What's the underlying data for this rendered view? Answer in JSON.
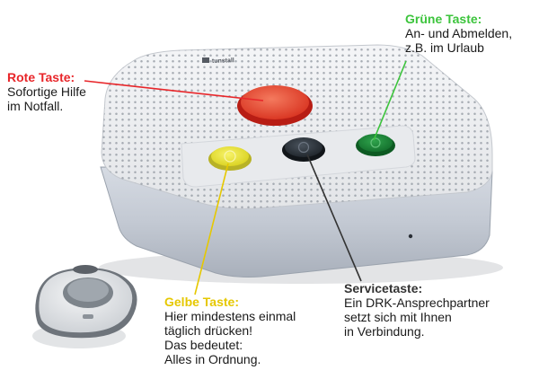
{
  "labels": {
    "red": {
      "title": "Rote Taste:",
      "lines": [
        "Sofortige Hilfe",
        "im Notfall."
      ]
    },
    "green": {
      "title": "Grüne Taste:",
      "lines": [
        "An- und Abmelden,",
        "z.B. im Urlaub"
      ]
    },
    "yellow": {
      "title": "Gelbe Taste:",
      "lines": [
        "Hier mindestens einmal",
        "täglich drücken!",
        "Das bedeutet:",
        "Alles in Ordnung."
      ]
    },
    "service": {
      "title": "Servicetaste:",
      "lines": [
        "Ein DRK-Ansprechpartner",
        "setzt sich mit Ihnen",
        "in Verbindung."
      ]
    }
  },
  "colors": {
    "red_title": "#e8262a",
    "green_title": "#3cc43c",
    "yellow_title": "#e6c800",
    "service_title": "#333333",
    "red_button": "#e8432f",
    "green_button": "#1f8a3a",
    "yellow_button": "#ece63a",
    "service_button": "#2a3138"
  },
  "device": {
    "brand_text": "tunstall"
  }
}
